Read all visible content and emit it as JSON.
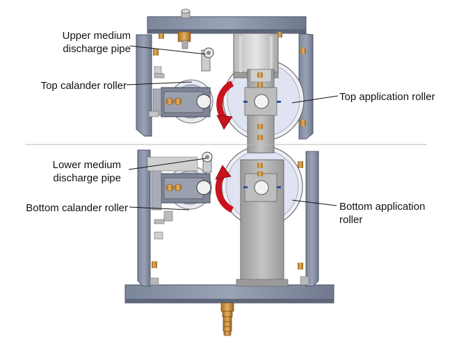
{
  "labels": {
    "upper_medium_discharge_pipe": "Upper medium\ndischarge pipe",
    "top_calander_roller": "Top calander roller",
    "top_application_roller": "Top application roller",
    "lower_medium_discharge_pipe": "Lower medium\ndischarge pipe",
    "bottom_calander_roller": "Bottom calander roller",
    "bottom_application_roller": "Bottom application\nroller"
  },
  "colors": {
    "frame_plate": "#8b95a8",
    "frame_dark": "#5f687a",
    "column": "#a9a9a9",
    "roller_fill": "#dfe3f2",
    "rotation_arrow": "#c8141c",
    "brass": "#c9913a"
  }
}
